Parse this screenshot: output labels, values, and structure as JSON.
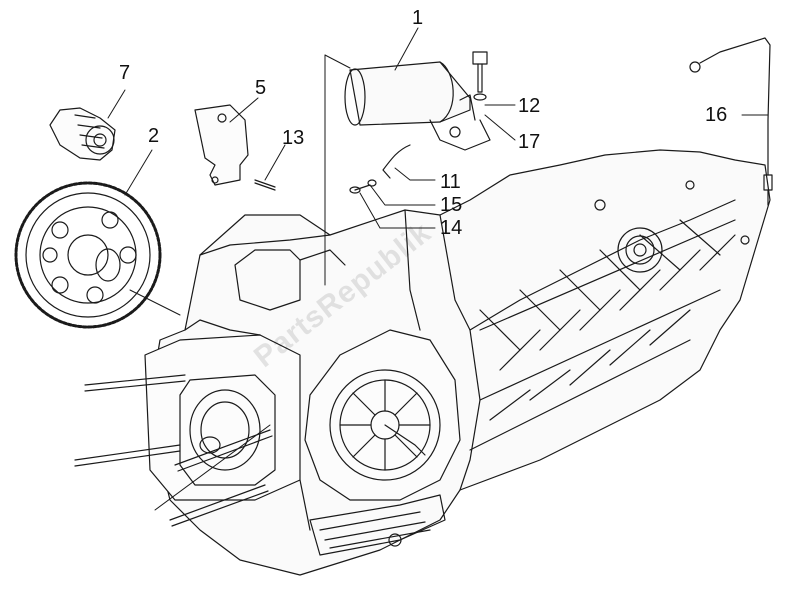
{
  "callouts": [
    {
      "id": "c1",
      "label": "1"
    },
    {
      "id": "c2",
      "label": "2"
    },
    {
      "id": "c5",
      "label": "5"
    },
    {
      "id": "c7",
      "label": "7"
    },
    {
      "id": "c11",
      "label": "11"
    },
    {
      "id": "c12",
      "label": "12"
    },
    {
      "id": "c13",
      "label": "13"
    },
    {
      "id": "c14",
      "label": "14"
    },
    {
      "id": "c15",
      "label": "15"
    },
    {
      "id": "c16",
      "label": "16"
    },
    {
      "id": "c17",
      "label": "17"
    }
  ],
  "watermark": {
    "text": "PartsRepublik"
  },
  "colors": {
    "line": "#1a1a1a",
    "background": "#ffffff",
    "watermark": "#000000"
  }
}
